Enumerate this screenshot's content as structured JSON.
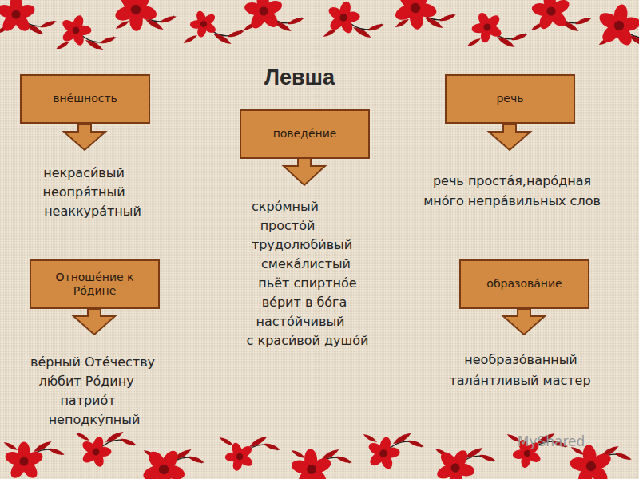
{
  "diagram": {
    "title": "Левша",
    "nodes": [
      {
        "text": [
          "вне́шность"
        ]
      },
      {
        "text": [
          "речь"
        ]
      },
      {
        "text": [
          "поведе́ние"
        ]
      },
      {
        "text": [
          "Отноше́ние к Ро́дине"
        ]
      },
      {
        "text": [
          "образова́ние"
        ]
      }
    ],
    "labels": [
      "некраси́вый",
      "неопря́тный",
      "неаккура́тный",
      "речь проста́я,наро́дная",
      "мно́го непра́вильных слов",
      "скро́мный",
      "просто́й",
      "трудолюби́вый",
      "смека́листый",
      "пьёт спиртно́е",
      "ве́рит в бо́га",
      "насто́йчивый",
      "с краси́вой душо́й",
      "ве́рный Оте́честву",
      "лю́бит Ро́дину",
      "патрио́т",
      "неподку́пный",
      "необразо́ванный",
      "тала́нтливый мастер",
      "MyShared"
    ]
  }
}
